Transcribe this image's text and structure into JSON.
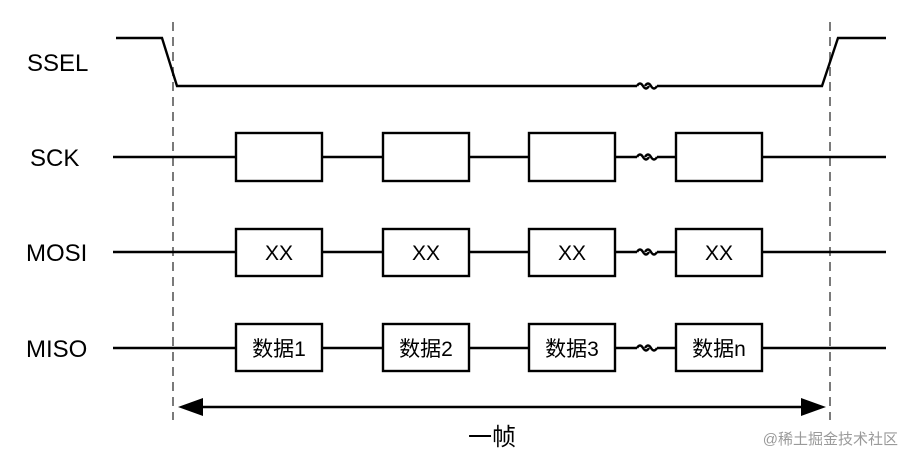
{
  "signals": [
    {
      "name": "SSEL"
    },
    {
      "name": "SCK"
    },
    {
      "name": "MOSI"
    },
    {
      "name": "MISO"
    }
  ],
  "mosi_boxes": [
    "XX",
    "XX",
    "XX",
    "XX"
  ],
  "miso_boxes": [
    "数据1",
    "数据2",
    "数据3",
    "数据n"
  ],
  "frame_label": "一帧",
  "watermark": "@稀土掘金技术社区"
}
